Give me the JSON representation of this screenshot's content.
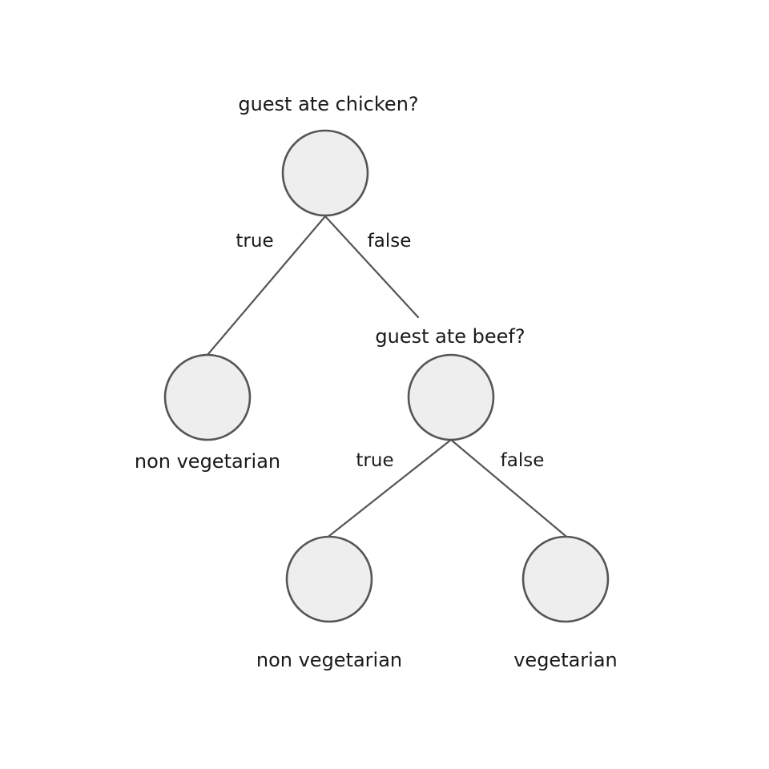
{
  "tree": {
    "root": {
      "question": "guest ate chicken?",
      "true_label": "true",
      "false_label": "false"
    },
    "left_leaf": {
      "label": "non vegetarian"
    },
    "second": {
      "question": "guest ate beef?",
      "true_label": "true",
      "false_label": "false"
    },
    "second_left_leaf": {
      "label": "non vegetarian"
    },
    "second_right_leaf": {
      "label": "vegetarian"
    }
  },
  "colors": {
    "node_fill": "#eeeeee",
    "stroke": "#555555",
    "text": "#1a1a1a"
  }
}
